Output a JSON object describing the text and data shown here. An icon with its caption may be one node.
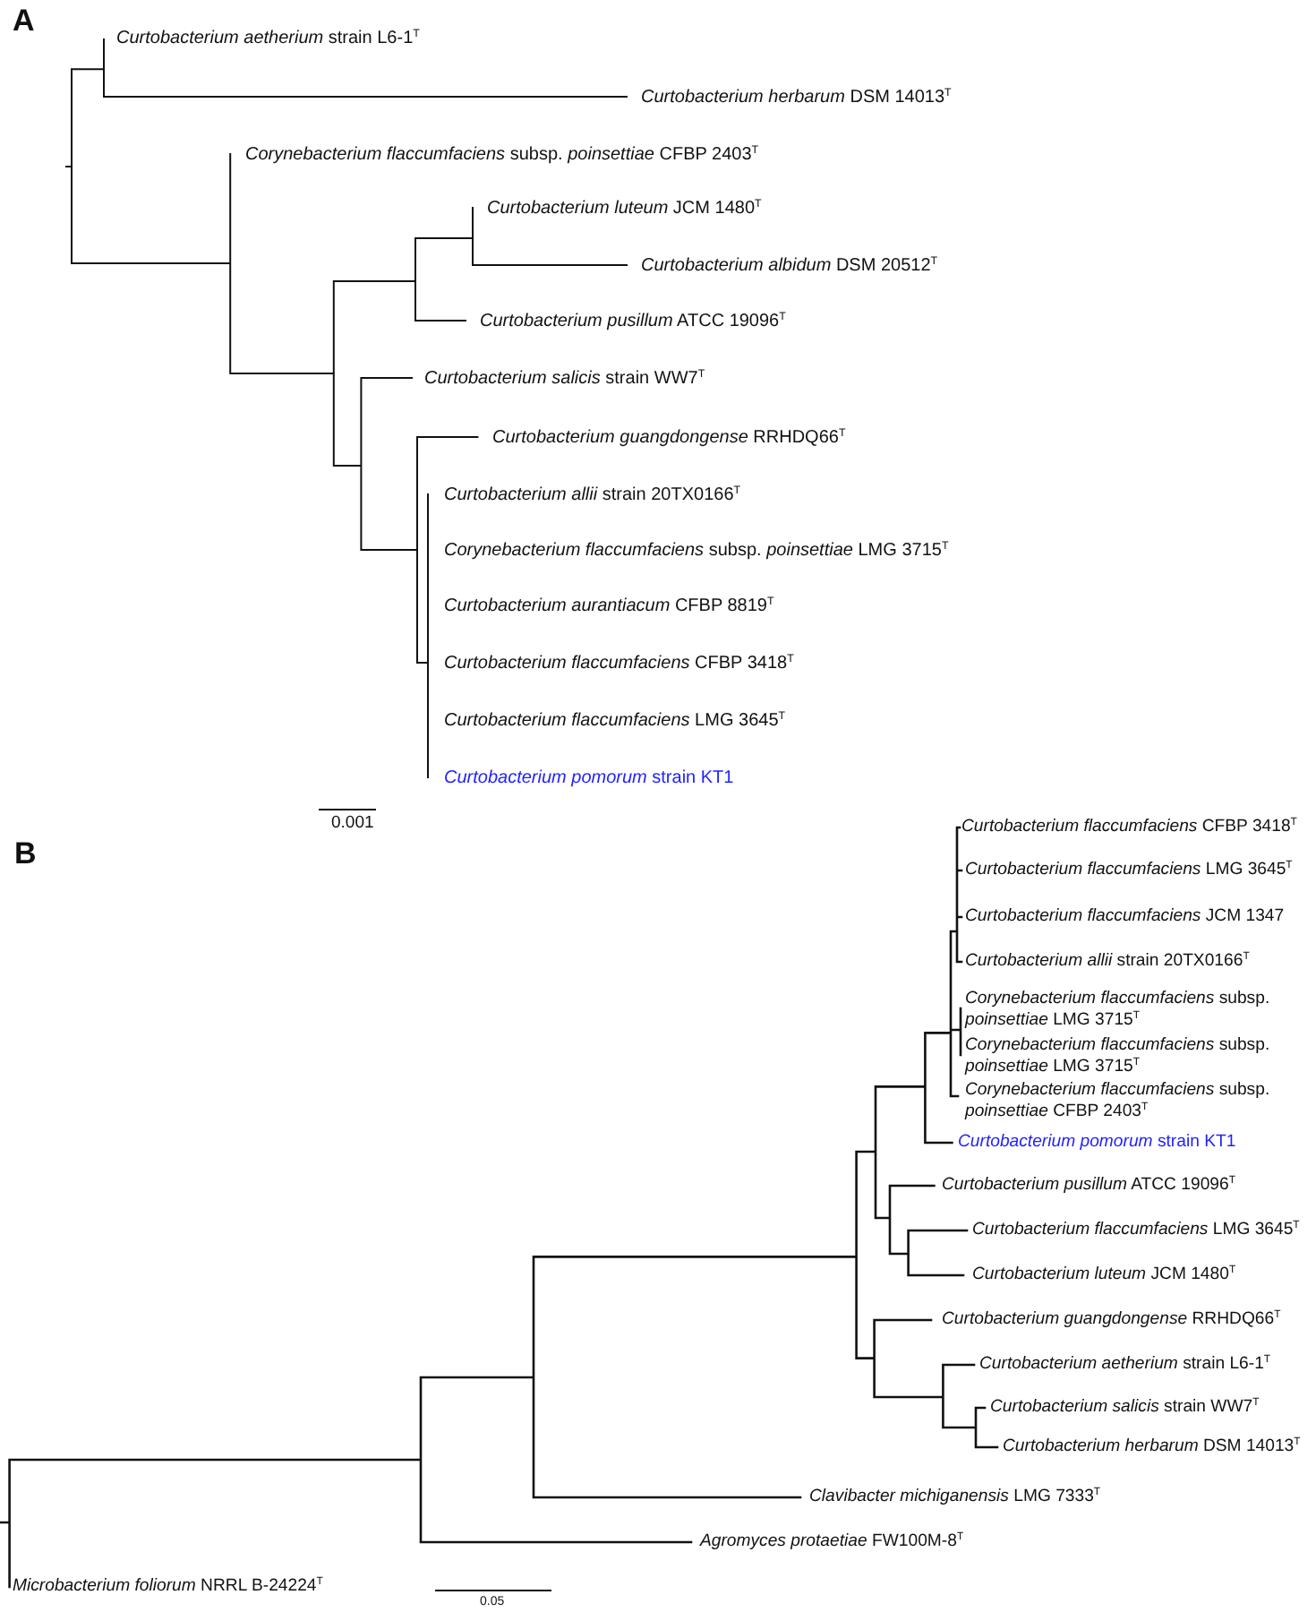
{
  "diagram": {
    "labels": [
      "A",
      "*Curtobacterium aetherium* strain L6-1$^{T}$",
      "*Curtobacterium herbarum* DSM 14013$^{T}$",
      "*Corynebacterium flaccumfaciens* subsp. *poinsettiae* CFBP 2403$^{T}$",
      "*Curtobacterium luteum* JCM 1480$^{T}$",
      "*Curtobacterium albidum* DSM 20512$^{T}$",
      "*Curtobacterium pusillum* ATCC 19096$^{T}$",
      "*Curtobacterium salicis* strain WW7$^{T}$",
      "*Curtobacterium guangdongense* RRHDQ66$^{T}$",
      "*Curtobacterium allii* strain 20TX0166$^{T}$",
      "*Corynebacterium flaccumfaciens* subsp. *poinsettiae* LMG 3715$^{T}$",
      "*Curtobacterium aurantiacum* CFBP 8819$^{T}$",
      "*Curtobacterium flaccumfaciens* CFBP 3418$^{T}$",
      "*Curtobacterium flaccumfaciens* LMG 3645$^{T}$",
      "*Curtobacterium pomorum* strain KT1",
      "0.001",
      "B",
      "*Curtobacterium flaccumfaciens* CFBP 3418$^{T}$",
      "*Curtobacterium flaccumfaciens* LMG 3645$^{T}$",
      "*Curtobacterium flaccumfaciens* JCM 1347",
      "*Curtobacterium allii* strain 20TX0166$^{T}$",
      "*Corynebacterium flaccumfaciens* subsp. *poinsettiae* LMG 3715$^{T}$",
      "*Corynebacterium flaccumfaciens* subsp. *poinsettiae* LMG 3715$^{T}$",
      "*Corynebacterium flaccumfaciens* subsp. *poinsettiae* CFBP 2403$^{T}$",
      "*Curtobacterium pomorum* strain KT1",
      "*Curtobacterium pusillum* ATCC 19096$^{T}$",
      "*Curtobacterium flaccumfaciens* LMG 3645$^{T}$",
      "*Curtobacterium luteum* JCM 1480$^{T}$",
      "*Curtobacterium guangdongense* RRHDQ66$^{T}$",
      "*Curtobacterium aetherium* strain L6-1$^{T}$",
      "*Curtobacterium salicis* strain WW7$^{T}$",
      "*Curtobacterium herbarum* DSM 14013$^{T}$",
      "*Clavibacter michiganensis* LMG 7333$^{T}$",
      "*Agromyces protaetiae* FW100M-8$^{T}$",
      "*Microbacterium foliorum* NRRL B-24224$^{T}$",
      "0.05"
    ]
  }
}
